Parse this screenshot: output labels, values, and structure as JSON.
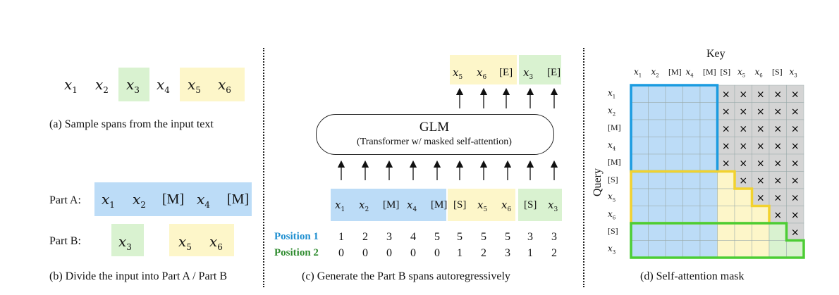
{
  "panel_a": {
    "tokens": [
      "x1",
      "x2",
      "x3",
      "x4",
      "x5",
      "x6"
    ],
    "caption": "(a)  Sample spans from the input text",
    "colors": {
      "green": "#d9f2d0",
      "yellow": "#fdf6c9",
      "blue": "#bcdcf7"
    }
  },
  "panel_b": {
    "part_a_label": "Part A:",
    "part_b_label": "Part B:",
    "part_a_tokens": [
      "x1",
      "x2",
      "[M]",
      "x4",
      "[M]"
    ],
    "part_b_tokens": [
      "x3",
      "x5",
      "x6"
    ],
    "caption": "(b)  Divide the input into Part A / Part B"
  },
  "panel_c": {
    "output_tokens": [
      "x5",
      "x6",
      "[E]",
      "x3",
      "[E]"
    ],
    "glm_title": "GLM",
    "glm_subtitle": "(Transformer w/ masked self-attention)",
    "input_tokens": [
      "x1",
      "x2",
      "[M]",
      "x4",
      "[M]",
      "[S]",
      "x5",
      "x6",
      "[S]",
      "x3"
    ],
    "position1_label": "Position 1",
    "position2_label": "Position 2",
    "position1": [
      1,
      2,
      3,
      4,
      5,
      5,
      5,
      5,
      3,
      3
    ],
    "position2": [
      0,
      0,
      0,
      0,
      0,
      1,
      2,
      3,
      1,
      2
    ],
    "position1_color": "#1f8fd0",
    "position2_color": "#2e8b2e",
    "caption": "(c)  Generate the Part B spans autoregressively"
  },
  "panel_d": {
    "key_label": "Key",
    "query_label": "Query",
    "key_tokens": [
      "x1",
      "x2",
      "[M]",
      "x4",
      "[M]",
      "[S]",
      "x5",
      "x6",
      "[S]",
      "x3"
    ],
    "query_tokens": [
      "x1",
      "x2",
      "[M]",
      "x4",
      "[M]",
      "[S]",
      "x5",
      "x6",
      "[S]",
      "x3"
    ],
    "masked_symbol": "×",
    "caption": "(d)  Self-attention mask",
    "colors": {
      "blue_border": "#1a9be0",
      "yellow_border": "#f2d22e",
      "green_border": "#4ccd34",
      "grey": "#d4d4d4"
    }
  }
}
